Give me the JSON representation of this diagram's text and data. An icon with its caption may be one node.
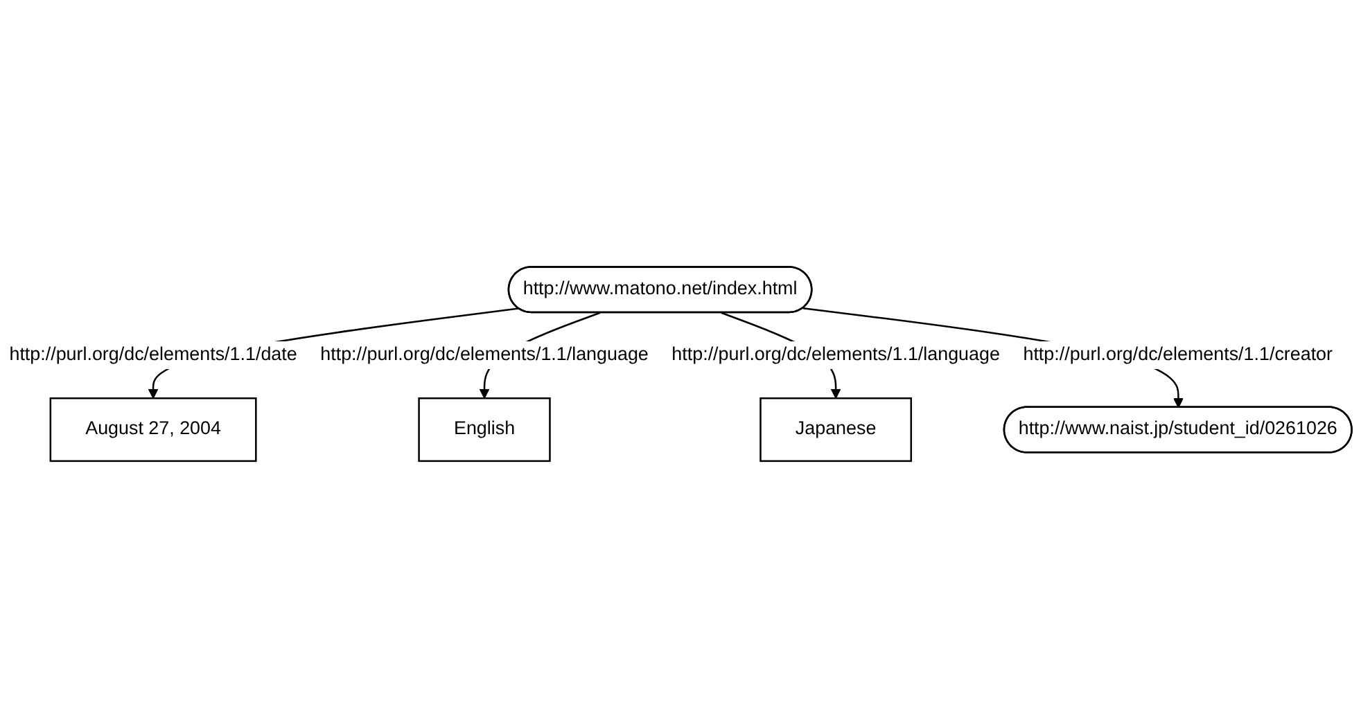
{
  "diagram": {
    "nodes": [
      {
        "text": [
          "http://www.matono.net/index.html"
        ]
      },
      {
        "text": [
          "August 27, 2004"
        ]
      },
      {
        "text": [
          "http://www.naist.jp/student_id/0261026"
        ]
      },
      {
        "text": [
          "English"
        ]
      },
      {
        "text": [
          "Japanese"
        ]
      }
    ],
    "edges": [
      {
        "from": 0,
        "to": 1,
        "arrow": "to",
        "label": "http://purl.org/dc/elements/1.1/date"
      },
      {
        "from": 0,
        "to": 3,
        "arrow": "to",
        "label": "http://purl.org/dc/elements/1.1/language"
      },
      {
        "from": 0,
        "to": 4,
        "arrow": "to",
        "label": "http://purl.org/dc/elements/1.1/language"
      },
      {
        "from": 0,
        "to": 2,
        "arrow": "to",
        "label": "http://purl.org/dc/elements/1.1/creator"
      }
    ]
  }
}
